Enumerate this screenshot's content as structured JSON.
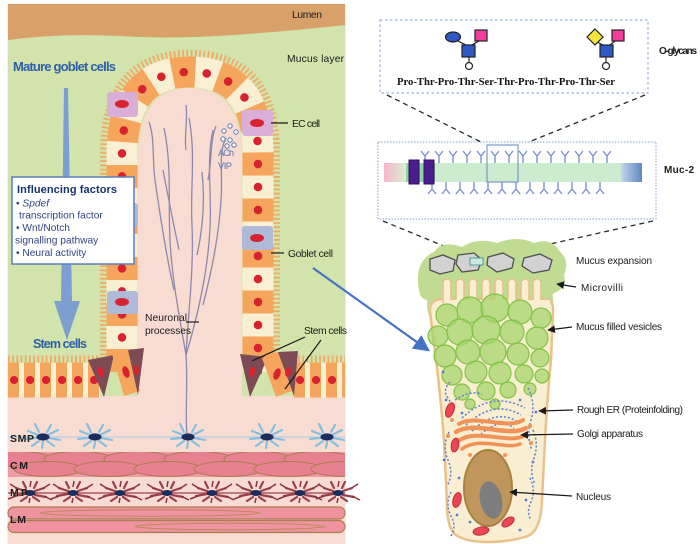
{
  "colors": {
    "accent_blue": "#2d5fa8",
    "arrow_blue": "#4472c4",
    "panel_green": "#d2e3ab",
    "lumen_brown": "#d7a169",
    "lamina_pink": "#f8dbd1",
    "cell_orange": "#f5a65c",
    "cell_cream": "#f9efd2",
    "nucleus_red": "#d92230",
    "ec_cell_purple": "#d9aed8",
    "goblet_cell_gray": "#aebad8",
    "stem_cell_maroon": "#7c4b56",
    "mucus_vesicle_green": "#a3d468",
    "er_blue": "#5b7fd0",
    "golgi_orange": "#f19357",
    "muc2_domain_purple": "#4c1b8e",
    "glycan_pink": "#f23e9b",
    "glycan_yellow": "#f3e53e",
    "glycan_blue": "#2e59c4"
  },
  "left_panel": {
    "lumen_label": "Lumen",
    "mucus_layer_label": "Mucus layer",
    "mature_goblet_cells_label": "Mature goblet cells",
    "stem_cells_heading": "Stem cells",
    "influencing_box": {
      "title": "Influencing factors",
      "bullet": "• ",
      "item1_italic": "Spdef",
      "item1_rest": "transcription factor",
      "item2": "• Wnt/Notch",
      "item2_rest": "signalling pathway",
      "item3": "• Neural activity"
    },
    "ec_cell_label": "EC cell",
    "ach_label": "ACh",
    "vip_label": "VIP",
    "goblet_cell_label": "Goblet cell",
    "stem_cells_label": "Stem cells",
    "neuronal_processes_lines": [
      "Neuronal",
      "processes"
    ],
    "layer_labels": [
      "SMP",
      "CM",
      "MP",
      "LM"
    ]
  },
  "right_panel": {
    "o_glycans_label": "O-glycans",
    "peptide_sequence": "Pro-Thr-Pro-Thr-Ser-Thr-Pro-Thr-Pro-Thr-Ser",
    "muc2_label": "Muc-2",
    "labels": {
      "mucus_expansion": "Mucus expansion",
      "microvilli": "Microvilli",
      "mucus_filled_vesicles": "Mucus filled vesicles",
      "rough_er": "Rough ER (Proteinfolding)",
      "golgi": "Golgi apparatus",
      "nucleus": "Nucleus"
    }
  }
}
